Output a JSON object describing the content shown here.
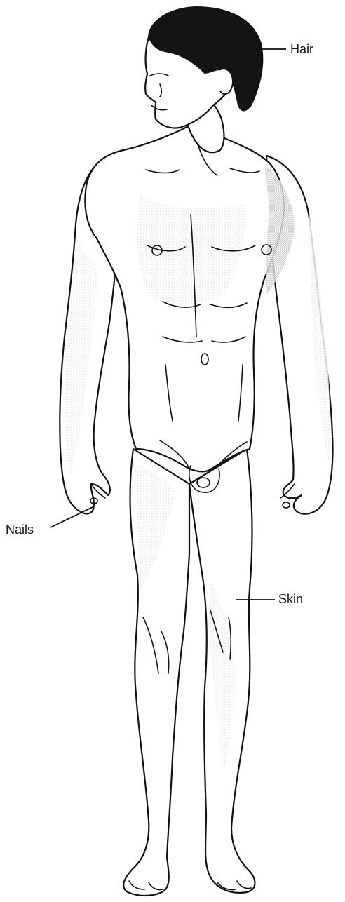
{
  "labels": {
    "hair": "Hair",
    "nails": "Nails",
    "skin": "Skin"
  },
  "colors": {
    "outline": "#111111",
    "hair_fill": "#141414",
    "skin_shade": "#c9c9c9",
    "background": "#ffffff"
  }
}
